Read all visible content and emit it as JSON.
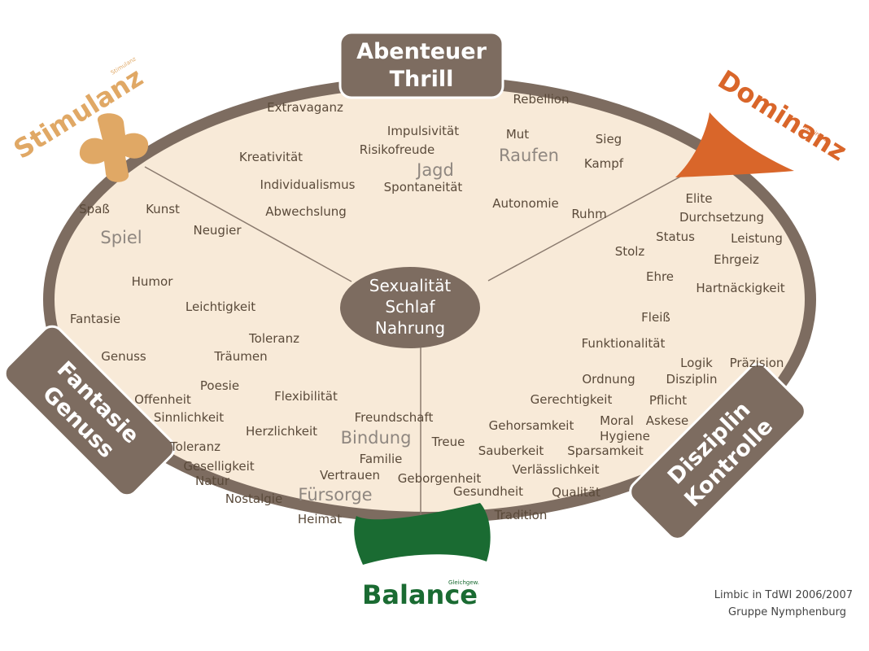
{
  "colors": {
    "ellipse_fill": "#f8ead8",
    "ellipse_stroke": "#7d6c60",
    "pill": "#7d6c60",
    "word": "#5a4a3a",
    "large_word": "#8f8780",
    "stimulanz": "#e0a865",
    "dominanz": "#d9662a",
    "balance": "#1a6b32",
    "text_on_dark": "#ffffff"
  },
  "center": {
    "lines": [
      "Sexualität",
      "Schlaf",
      "Nahrung"
    ]
  },
  "pills": {
    "top": [
      "Abenteuer",
      "Thrill"
    ],
    "left": [
      "Fantasie",
      "Genuss"
    ],
    "right": [
      "Disziplin",
      "Kontrolle"
    ]
  },
  "brands": {
    "stimulanz": {
      "label": "Stimulanz",
      "sub": "Stimulanz"
    },
    "dominanz": {
      "label": "Dominanz",
      "sub": "Dominanz"
    },
    "balance": {
      "label": "Balance",
      "sub": "Gleichgew."
    }
  },
  "icons": {
    "stimulanz": "cross-shape-icon",
    "dominanz": "triangle-shape-icon",
    "balance": "pillow-shape-icon"
  },
  "words": {
    "w01": "Extravaganz",
    "w02": "Impulsivität",
    "w03": "Risikofreude",
    "w04": "Kreativität",
    "w05": "Individualismus",
    "w06": "Spontaneität",
    "w07": "Abwechslung",
    "w08": "Rebellion",
    "w09": "Mut",
    "w10": "Sieg",
    "w11": "Kampf",
    "w12": "Autonomie",
    "w13": "Ruhm",
    "w14": "Spaß",
    "w15": "Kunst",
    "w16": "Neugier",
    "w17": "Humor",
    "w18": "Leichtigkeit",
    "w19": "Fantasie",
    "w20": "Toleranz",
    "w21": "Genuss",
    "w22": "Träumen",
    "w23": "Poesie",
    "w24": "Offenheit",
    "w25": "Flexibilität",
    "w26": "Sinnlichkeit",
    "w27": "Herzlichkeit",
    "w28": "Toleranz",
    "w29": "Geselligkeit",
    "w30": "Natur",
    "w31": "Nostalgie",
    "w32": "Heimat",
    "w33": "Elite",
    "w34": "Durchsetzung",
    "w35": "Status",
    "w36": "Leistung",
    "w37": "Stolz",
    "w38": "Ehrgeiz",
    "w39": "Ehre",
    "w40": "Hartnäckigkeit",
    "w41": "Fleiß",
    "w42": "Funktionalität",
    "w43": "Logik",
    "w44": "Präzision",
    "w45": "Ordnung",
    "w46": "Disziplin",
    "w47": "Gerechtigkeit",
    "w48": "Pflicht",
    "w49": "Gehorsamkeit",
    "w50": "Moral",
    "w51": "Askese",
    "w52": "Hygiene",
    "w53": "Sauberkeit",
    "w54": "Sparsamkeit",
    "w55": "Verlässlichkeit",
    "w56": "Gesundheit",
    "w57": "Qualität",
    "w58": "Tradition",
    "w59": "Freundschaft",
    "w60": "Treue",
    "w61": "Familie",
    "w62": "Vertrauen",
    "w63": "Geborgenheit"
  },
  "large_words": {
    "jagd": "Jagd",
    "raufen": "Raufen",
    "spiel": "Spiel",
    "bindung": "Bindung",
    "fuersorge": "Fürsorge"
  },
  "credit": [
    "Limbic in TdWI 2006/2007",
    "Gruppe Nymphenburg"
  ]
}
